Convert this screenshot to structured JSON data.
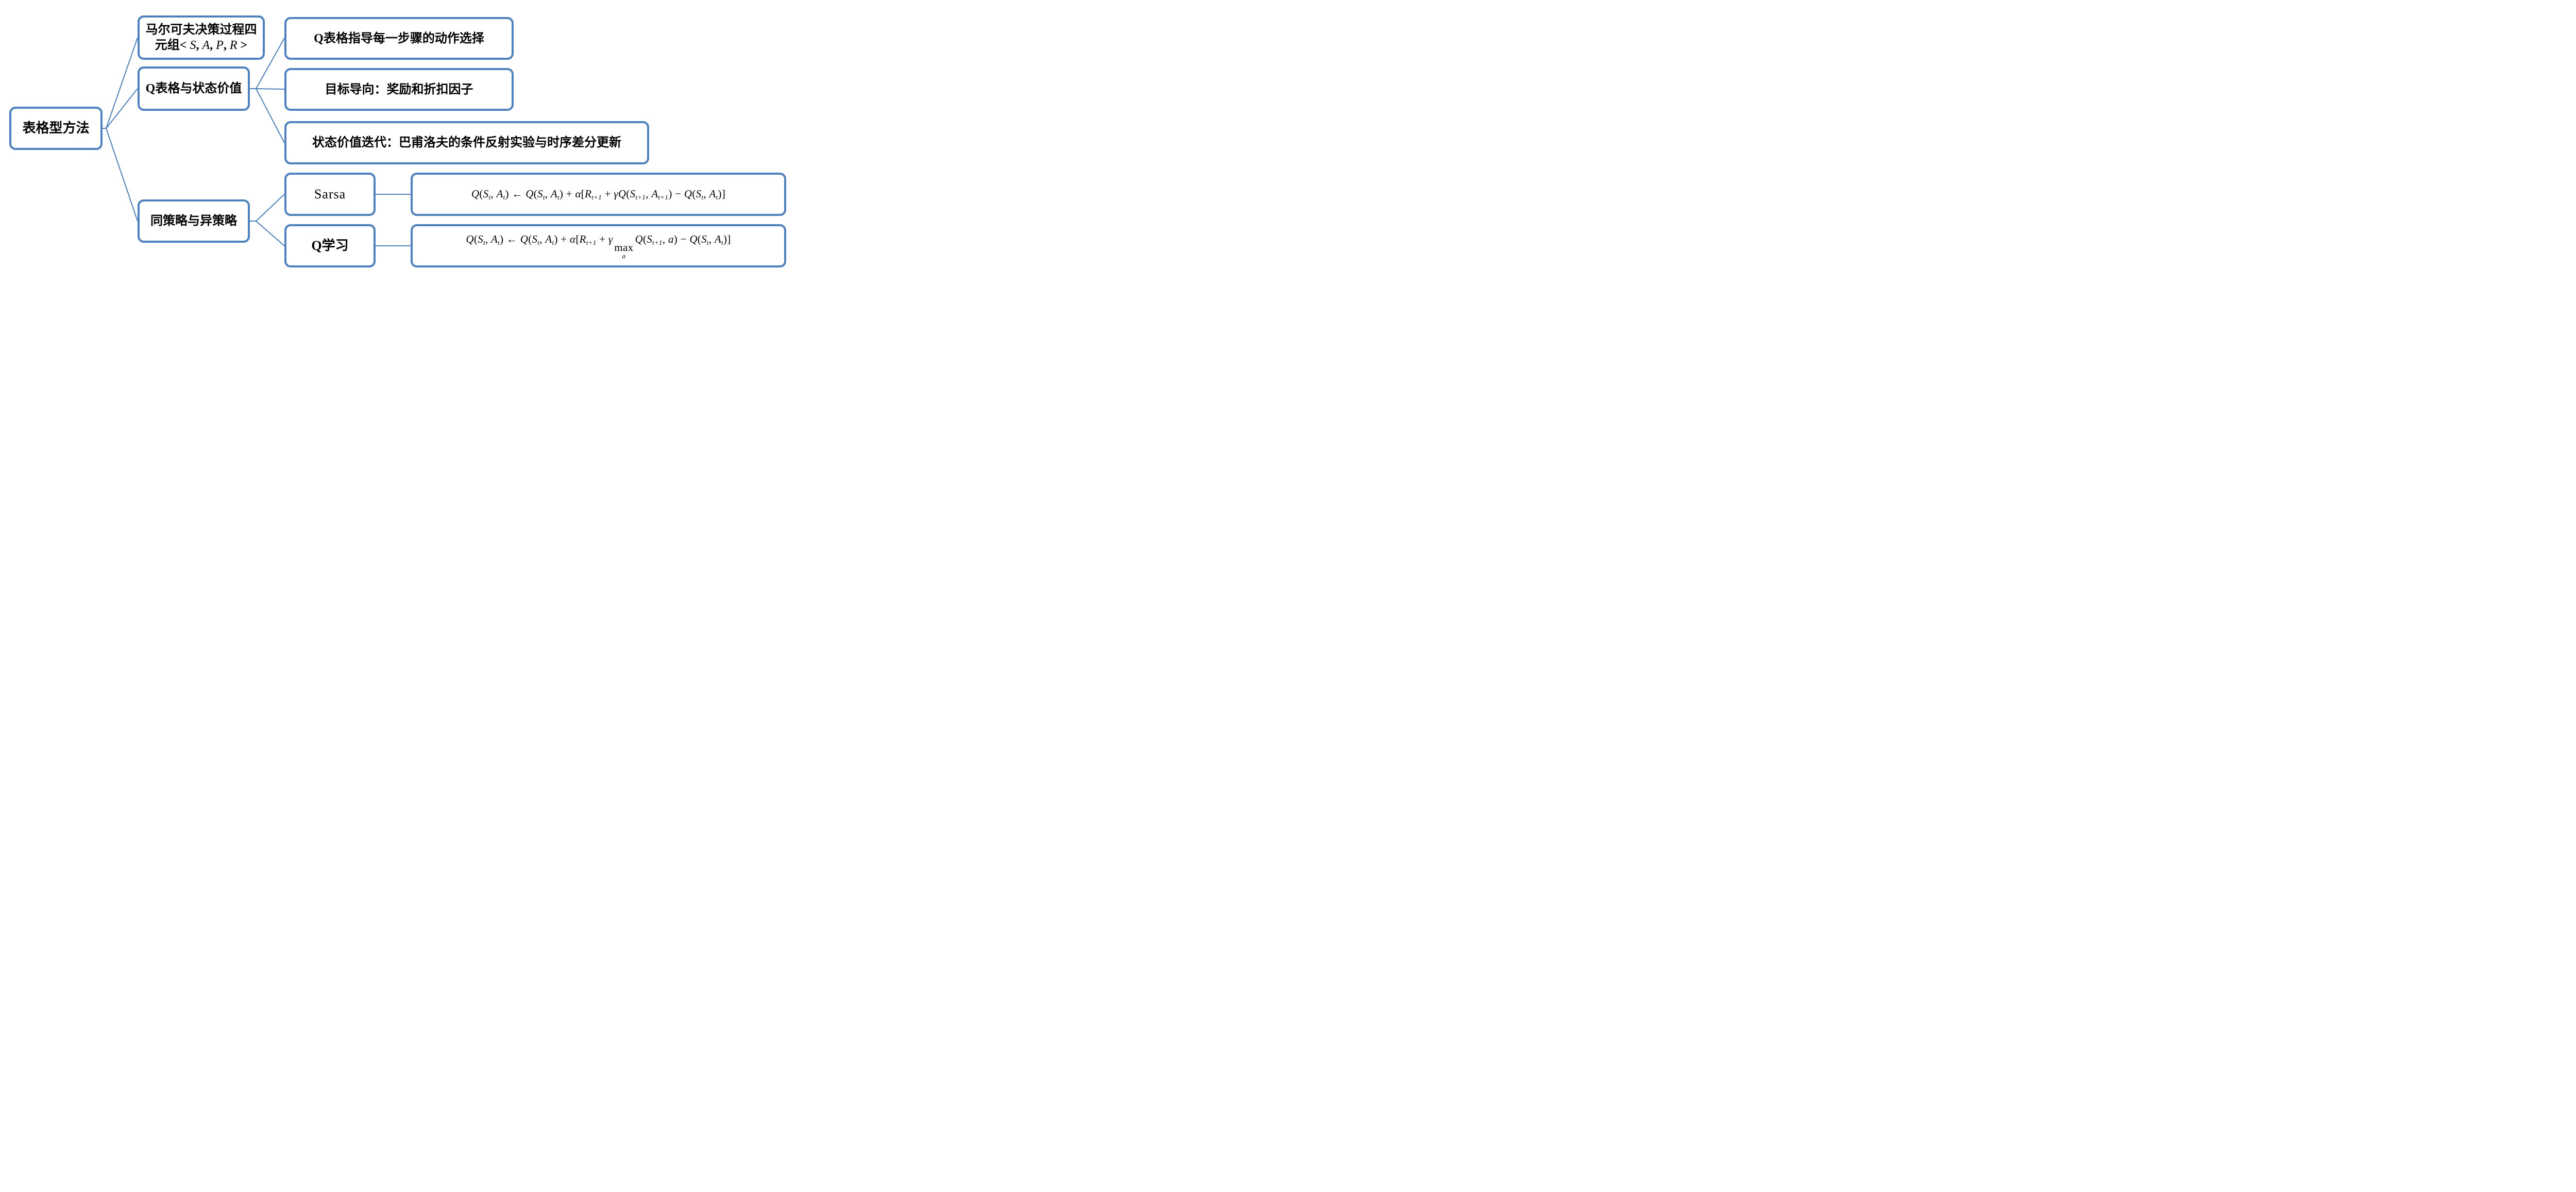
{
  "colors": {
    "accent": "#4f81bd",
    "background": "#ffffff",
    "text": "#000000"
  },
  "nodes": {
    "root": {
      "label": "表格型方法"
    },
    "mdp": {
      "line1": "马尔可夫决策过程四",
      "line2_tokens": [
        {
          "k": "n",
          "v": "元组< "
        },
        {
          "k": "i",
          "v": "S"
        },
        {
          "k": "n",
          "v": ", "
        },
        {
          "k": "i",
          "v": "A"
        },
        {
          "k": "n",
          "v": ", "
        },
        {
          "k": "i",
          "v": "P"
        },
        {
          "k": "n",
          "v": ", "
        },
        {
          "k": "i",
          "v": "R"
        },
        {
          "k": "n",
          "v": " >"
        }
      ]
    },
    "q_table": {
      "label": "Q表格与状态价值"
    },
    "policy": {
      "label": "同策略与异策略"
    },
    "q_table_children": [
      {
        "label": "Q表格指导每一步骤的动作选择"
      },
      {
        "label": "目标导向：奖励和折扣因子"
      },
      {
        "label": "状态价值迭代：巴甫洛夫的条件反射实验与时序差分更新"
      }
    ],
    "sarsa": {
      "label": "Sarsa",
      "formula_tokens": [
        {
          "k": "i",
          "v": "Q"
        },
        {
          "k": "n",
          "v": "("
        },
        {
          "k": "i",
          "v": "S"
        },
        {
          "k": "sub",
          "v": "t"
        },
        {
          "k": "n",
          "v": ", "
        },
        {
          "k": "i",
          "v": "A"
        },
        {
          "k": "sub",
          "v": "t"
        },
        {
          "k": "n",
          "v": ") ← "
        },
        {
          "k": "i",
          "v": "Q"
        },
        {
          "k": "n",
          "v": "("
        },
        {
          "k": "i",
          "v": "S"
        },
        {
          "k": "sub",
          "v": "t"
        },
        {
          "k": "n",
          "v": ", "
        },
        {
          "k": "i",
          "v": "A"
        },
        {
          "k": "sub",
          "v": "t"
        },
        {
          "k": "n",
          "v": ") + "
        },
        {
          "k": "i",
          "v": "α"
        },
        {
          "k": "n",
          "v": "["
        },
        {
          "k": "i",
          "v": "R"
        },
        {
          "k": "sub",
          "v": "t+1"
        },
        {
          "k": "n",
          "v": " + "
        },
        {
          "k": "i",
          "v": "γ"
        },
        {
          "k": "i",
          "v": "Q"
        },
        {
          "k": "n",
          "v": "("
        },
        {
          "k": "i",
          "v": "S"
        },
        {
          "k": "sub",
          "v": "t+1"
        },
        {
          "k": "n",
          "v": ", "
        },
        {
          "k": "i",
          "v": "A"
        },
        {
          "k": "sub",
          "v": "t+1"
        },
        {
          "k": "n",
          "v": ") − "
        },
        {
          "k": "i",
          "v": "Q"
        },
        {
          "k": "n",
          "v": "("
        },
        {
          "k": "i",
          "v": "S"
        },
        {
          "k": "sub",
          "v": "t"
        },
        {
          "k": "n",
          "v": ", "
        },
        {
          "k": "i",
          "v": "A"
        },
        {
          "k": "sub",
          "v": "t"
        },
        {
          "k": "n",
          "v": ")]"
        }
      ]
    },
    "q_learning": {
      "label": "Q学习",
      "formula_tokens": [
        {
          "k": "i",
          "v": "Q"
        },
        {
          "k": "n",
          "v": "("
        },
        {
          "k": "i",
          "v": "S"
        },
        {
          "k": "sub",
          "v": "t"
        },
        {
          "k": "n",
          "v": ", "
        },
        {
          "k": "i",
          "v": "A"
        },
        {
          "k": "sub",
          "v": "t"
        },
        {
          "k": "n",
          "v": ") ← "
        },
        {
          "k": "i",
          "v": "Q"
        },
        {
          "k": "n",
          "v": "("
        },
        {
          "k": "i",
          "v": "S"
        },
        {
          "k": "sub",
          "v": "t"
        },
        {
          "k": "n",
          "v": ", "
        },
        {
          "k": "i",
          "v": "A"
        },
        {
          "k": "sub",
          "v": "t"
        },
        {
          "k": "n",
          "v": ") + "
        },
        {
          "k": "i",
          "v": "α"
        },
        {
          "k": "n",
          "v": "["
        },
        {
          "k": "i",
          "v": "R"
        },
        {
          "k": "sub",
          "v": "t+1"
        },
        {
          "k": "n",
          "v": " + "
        },
        {
          "k": "i",
          "v": "γ"
        },
        {
          "k": "lim",
          "op": "max",
          "sub": "a"
        },
        {
          "k": "i",
          "v": "Q"
        },
        {
          "k": "n",
          "v": "("
        },
        {
          "k": "i",
          "v": "S"
        },
        {
          "k": "sub",
          "v": "t+1"
        },
        {
          "k": "n",
          "v": ", "
        },
        {
          "k": "i",
          "v": "a"
        },
        {
          "k": "n",
          "v": ") − "
        },
        {
          "k": "i",
          "v": "Q"
        },
        {
          "k": "n",
          "v": "("
        },
        {
          "k": "i",
          "v": "S"
        },
        {
          "k": "sub",
          "v": "t"
        },
        {
          "k": "n",
          "v": ", "
        },
        {
          "k": "i",
          "v": "A"
        },
        {
          "k": "sub",
          "v": "t"
        },
        {
          "k": "n",
          "v": ")]"
        }
      ]
    }
  }
}
